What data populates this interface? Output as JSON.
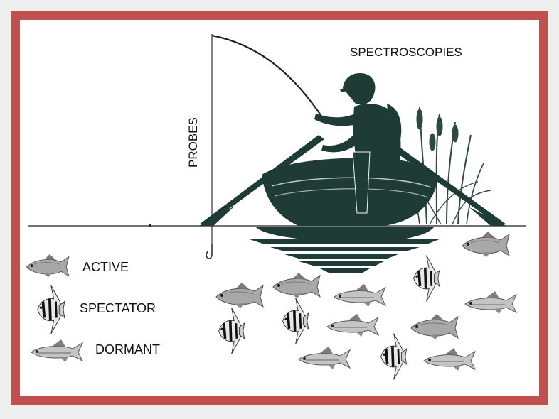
{
  "title": "SPECTROSCOPIES",
  "axis_label": "PROBES",
  "legend": [
    {
      "key": "active",
      "label": "ACTIVE",
      "icon": "active-fish-icon"
    },
    {
      "key": "spectator",
      "label": "SPECTATOR",
      "icon": "spectator-fish-icon"
    },
    {
      "key": "dormant",
      "label": "DORMANT",
      "icon": "dormant-fish-icon"
    }
  ],
  "colors": {
    "frame": "#c0504d",
    "silhouette": "#1e3b35",
    "fish_gray": "#9a9a9a",
    "reeds": "#2e4a40"
  }
}
